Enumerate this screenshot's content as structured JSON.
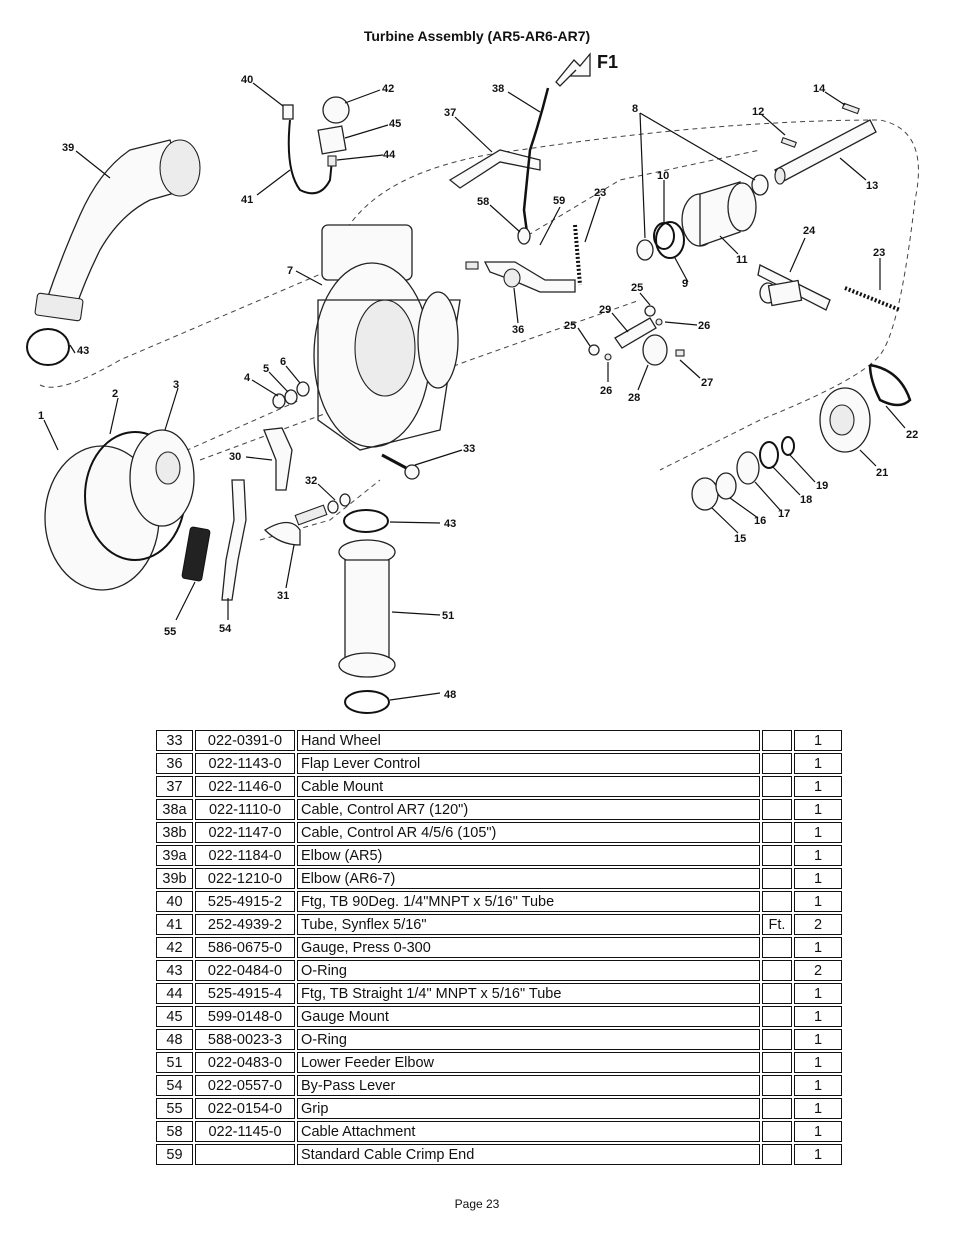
{
  "title": "Turbine Assembly (AR5-AR6-AR7)",
  "arrow_label": "F1",
  "callouts": [
    "40",
    "42",
    "45",
    "44",
    "41",
    "38",
    "37",
    "58",
    "59",
    "23",
    "8",
    "12",
    "14",
    "13",
    "10",
    "11",
    "9",
    "24",
    "23",
    "39",
    "43",
    "7",
    "36",
    "25",
    "29",
    "26",
    "25",
    "26",
    "27",
    "28",
    "1",
    "2",
    "3",
    "4",
    "5",
    "6",
    "30",
    "32",
    "33",
    "31",
    "43",
    "55",
    "54",
    "51",
    "48",
    "22",
    "21",
    "19",
    "18",
    "17",
    "16",
    "15"
  ],
  "parts": [
    {
      "item": "33",
      "part_no": "022-0391-0",
      "desc": "Hand Wheel",
      "unit": "",
      "qty": "1"
    },
    {
      "item": "36",
      "part_no": "022-1143-0",
      "desc": "Flap Lever Control",
      "unit": "",
      "qty": "1"
    },
    {
      "item": "37",
      "part_no": "022-1146-0",
      "desc": "Cable Mount",
      "unit": "",
      "qty": "1"
    },
    {
      "item": "38a",
      "part_no": "022-1110-0",
      "desc": "Cable, Control AR7 (120\")",
      "unit": "",
      "qty": "1"
    },
    {
      "item": "38b",
      "part_no": "022-1147-0",
      "desc": "Cable, Control AR 4/5/6 (105\")",
      "unit": "",
      "qty": "1"
    },
    {
      "item": "39a",
      "part_no": "022-1184-0",
      "desc": "Elbow  (AR5)",
      "unit": "",
      "qty": "1"
    },
    {
      "item": "39b",
      "part_no": "022-1210-0",
      "desc": "Elbow  (AR6-7)",
      "unit": "",
      "qty": "1"
    },
    {
      "item": "40",
      "part_no": "525-4915-2",
      "desc": "Ftg, TB 90Deg. 1/4\"MNPT x 5/16\" Tube",
      "unit": "",
      "qty": "1"
    },
    {
      "item": "41",
      "part_no": "252-4939-2",
      "desc": "Tube, Synflex 5/16\"",
      "unit": "Ft.",
      "qty": "2"
    },
    {
      "item": "42",
      "part_no": "586-0675-0",
      "desc": "Gauge, Press 0-300",
      "unit": "",
      "qty": "1"
    },
    {
      "item": "43",
      "part_no": "022-0484-0",
      "desc": "O-Ring",
      "unit": "",
      "qty": "2"
    },
    {
      "item": "44",
      "part_no": "525-4915-4",
      "desc": "Ftg, TB Straight 1/4\" MNPT x 5/16\" Tube",
      "unit": "",
      "qty": "1"
    },
    {
      "item": "45",
      "part_no": "599-0148-0",
      "desc": "Gauge Mount",
      "unit": "",
      "qty": "1"
    },
    {
      "item": "48",
      "part_no": "588-0023-3",
      "desc": "O-Ring",
      "unit": "",
      "qty": "1"
    },
    {
      "item": "51",
      "part_no": "022-0483-0",
      "desc": "Lower Feeder Elbow",
      "unit": "",
      "qty": "1"
    },
    {
      "item": "54",
      "part_no": "022-0557-0",
      "desc": "By-Pass Lever",
      "unit": "",
      "qty": "1"
    },
    {
      "item": "55",
      "part_no": "022-0154-0",
      "desc": "Grip",
      "unit": "",
      "qty": "1"
    },
    {
      "item": "58",
      "part_no": "022-1145-0",
      "desc": "Cable Attachment",
      "unit": "",
      "qty": "1"
    },
    {
      "item": "59",
      "part_no": "",
      "desc": "Standard Cable Crimp End",
      "unit": "",
      "qty": "1"
    }
  ],
  "footer": "Page 23"
}
